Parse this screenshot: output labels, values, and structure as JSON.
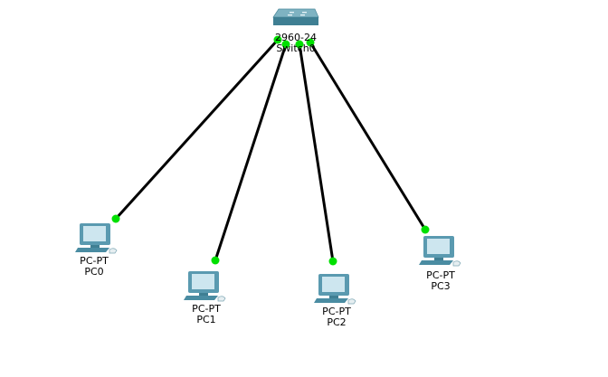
{
  "devices": [
    {
      "id": "switch0",
      "type": "switch",
      "model": "2960-24",
      "name": "Switch0"
    },
    {
      "id": "pc0",
      "type": "pc",
      "model": "PC-PT",
      "name": "PC0"
    },
    {
      "id": "pc1",
      "type": "pc",
      "model": "PC-PT",
      "name": "PC1"
    },
    {
      "id": "pc2",
      "type": "pc",
      "model": "PC-PT",
      "name": "PC2"
    },
    {
      "id": "pc3",
      "type": "pc",
      "model": "PC-PT",
      "name": "PC3"
    }
  ],
  "links": [
    {
      "from": "switch0",
      "to": "pc0",
      "status": "up"
    },
    {
      "from": "switch0",
      "to": "pc1",
      "status": "up"
    },
    {
      "from": "switch0",
      "to": "pc2",
      "status": "up"
    },
    {
      "from": "switch0",
      "to": "pc3",
      "status": "up"
    }
  ],
  "colors": {
    "link": "#000000",
    "link_up": "#00e000",
    "switch_top": "#7fb3c2",
    "switch_side": "#3f7f93",
    "pc_body": "#5a9ab0",
    "pc_screen": "#cde6ef"
  }
}
